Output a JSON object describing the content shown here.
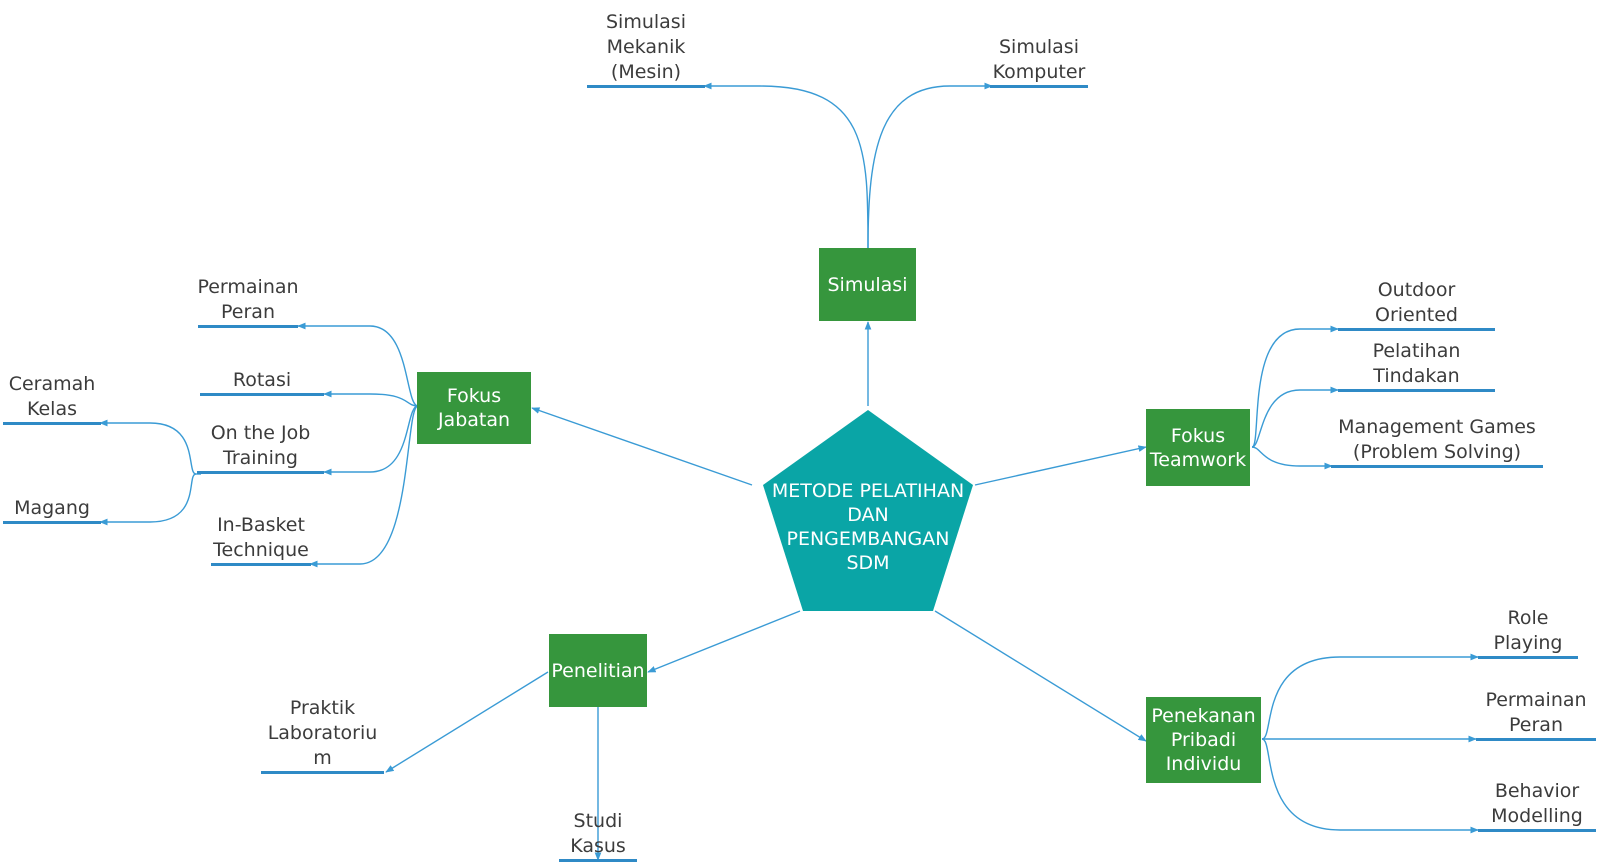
{
  "colors": {
    "accent": "#36963d",
    "center": "#0aa5a6",
    "link": "#3a9bd5",
    "underline": "#2f8ac6",
    "text": "#3c3c3c"
  },
  "center": {
    "lines": [
      "METODE PELATIHAN",
      "DAN",
      "PENGEMBANGAN",
      "SDM"
    ]
  },
  "branches": {
    "simulasi": {
      "lines": [
        "Simulasi"
      ],
      "children": {
        "mekanik": {
          "lines": [
            "Simulasi",
            "Mekanik",
            "(Mesin)"
          ]
        },
        "komputer": {
          "lines": [
            "Simulasi",
            "Komputer"
          ]
        }
      }
    },
    "fokus_jabatan": {
      "lines": [
        "Fokus",
        "Jabatan"
      ],
      "children": {
        "permainan_peran": {
          "lines": [
            "Permainan",
            "Peran"
          ]
        },
        "rotasi": {
          "lines": [
            "Rotasi"
          ]
        },
        "on_the_job": {
          "lines": [
            "On the Job",
            "Training"
          ],
          "children": {
            "ceramah": {
              "lines": [
                "Ceramah",
                "Kelas"
              ]
            },
            "magang": {
              "lines": [
                "Magang"
              ]
            }
          }
        },
        "in_basket": {
          "lines": [
            "In-Basket",
            "Technique"
          ]
        }
      }
    },
    "fokus_teamwork": {
      "lines": [
        "Fokus",
        "Teamwork"
      ],
      "children": {
        "outdoor": {
          "lines": [
            "Outdoor",
            "Oriented"
          ]
        },
        "pelatihan_tindakan": {
          "lines": [
            "Pelatihan",
            "Tindakan"
          ]
        },
        "management_games": {
          "lines": [
            "Management Games",
            "(Problem Solving)"
          ]
        }
      }
    },
    "penelitian": {
      "lines": [
        "Penelitian"
      ],
      "children": {
        "praktik_lab": {
          "lines": [
            "Praktik",
            "Laboratoriu",
            "m"
          ]
        },
        "studi_kasus": {
          "lines": [
            "Studi",
            "Kasus"
          ]
        }
      }
    },
    "penekanan_pribadi": {
      "lines": [
        "Penekanan",
        "Pribadi",
        "Individu"
      ],
      "children": {
        "role_playing": {
          "lines": [
            "Role",
            "Playing"
          ]
        },
        "permainan_peran": {
          "lines": [
            "Permainan",
            "Peran"
          ]
        },
        "behavior_modelling": {
          "lines": [
            "Behavior",
            "Modelling"
          ]
        }
      }
    }
  }
}
